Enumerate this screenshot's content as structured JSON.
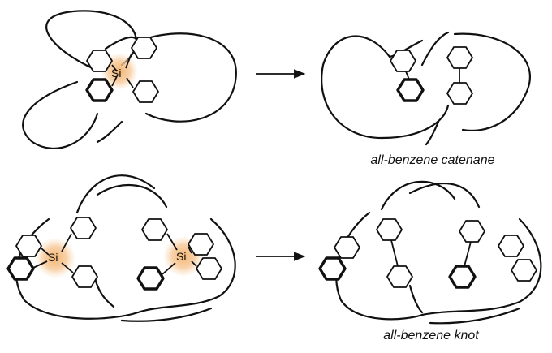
{
  "figure": {
    "top_row": {
      "silicon_label": "Si",
      "product_caption": "all-benzene catenane"
    },
    "bottom_row": {
      "silicon_label_left": "Si",
      "silicon_label_right": "Si",
      "product_caption": "all-benzene knot"
    },
    "colors": {
      "silicon_glow": "#f0a85a",
      "stroke": "#111111"
    },
    "icons": [
      "reaction-arrow-icon",
      "reaction-arrow-icon"
    ]
  }
}
